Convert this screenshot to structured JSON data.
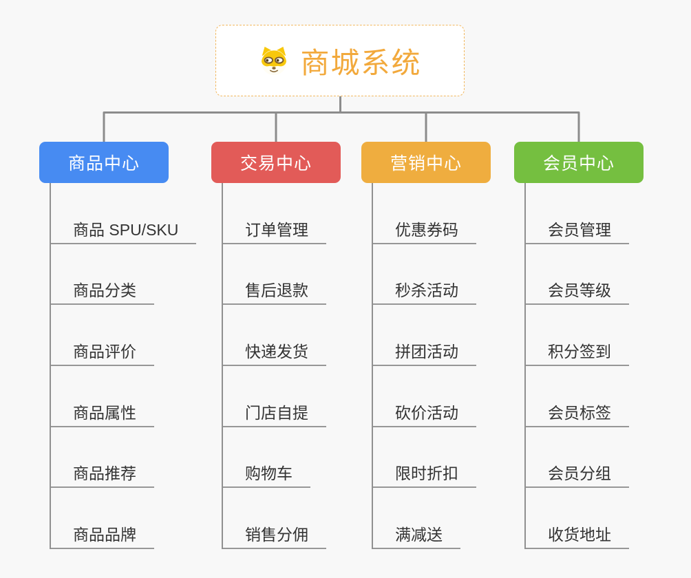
{
  "canvas": {
    "background": "#F8F8F8",
    "connector_color": "#8C8C8C",
    "underline_color": "#979797",
    "item_text_color": "#333333"
  },
  "root": {
    "title": "商城系统",
    "icon": "dog-face-icon",
    "title_color": "#F2A93C",
    "border_color": "#F2B75D"
  },
  "branches": [
    {
      "label": "商品中心",
      "color": "#478BF2",
      "items": [
        "商品 SPU/SKU",
        "商品分类",
        "商品评价",
        "商品属性",
        "商品推荐",
        "商品品牌"
      ]
    },
    {
      "label": "交易中心",
      "color": "#E25B58",
      "items": [
        "订单管理",
        "售后退款",
        "快递发货",
        "门店自提",
        "购物车",
        "销售分佣"
      ]
    },
    {
      "label": "营销中心",
      "color": "#EFAD3F",
      "items": [
        "优惠券码",
        "秒杀活动",
        "拼团活动",
        "砍价活动",
        "限时折扣",
        "满减送"
      ]
    },
    {
      "label": "会员中心",
      "color": "#75BF40",
      "items": [
        "会员管理",
        "会员等级",
        "积分签到",
        "会员标签",
        "会员分组",
        "收货地址"
      ]
    }
  ]
}
